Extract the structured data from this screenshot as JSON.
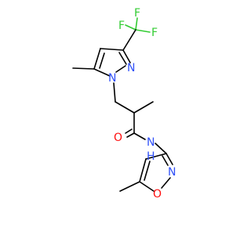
{
  "molecule": {
    "colors": {
      "carbon_bond": "#000000",
      "nitrogen": "#3050f8",
      "oxygen": "#ff0d0d",
      "fluorine": "#33cc33",
      "hydrogen_label": "#3050f8"
    },
    "atoms": {
      "F1": "F",
      "F2": "F",
      "F3": "F",
      "N_pyrazole_2": "N",
      "N_pyrazole_1": "N",
      "O_carbonyl": "O",
      "NH_amide": "N",
      "H_amide": "H",
      "N_isoxazole": "N",
      "O_isoxazole": "O"
    }
  }
}
